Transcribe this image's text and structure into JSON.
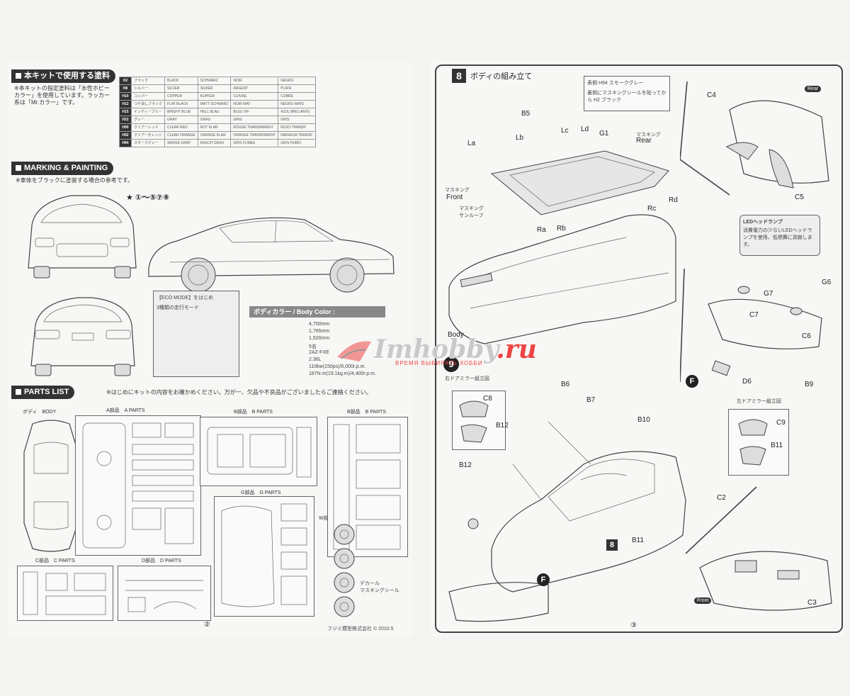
{
  "left": {
    "paints_heading": "本キットで使用する塗料",
    "paints_note": "※本キットの指定塗料は「水性ホビーカラー」を使用しています。ラッカー系は「Mr.カラー」です。",
    "paint_rows": [
      [
        "H2",
        "ブラック",
        "BLACK",
        "SCHWARZ",
        "NOIR",
        "NEGRO"
      ],
      [
        "H8",
        "シルバー",
        "SILVER",
        "SILBER",
        "ARGENT",
        "PLATA"
      ],
      [
        "H10",
        "コッパー",
        "COPPER",
        "KUPFER",
        "CUIVRE",
        "COBRE"
      ],
      [
        "H12",
        "つや消しブラック",
        "FLAT BLACK",
        "MATT SCHWARZ",
        "NOIR MAT",
        "NEGRO MATE"
      ],
      [
        "H15",
        "インディーブルー",
        "BRIGHT BLUE",
        "HELL BLAU",
        "BLEU VIF",
        "AZUL BRILLANTE"
      ],
      [
        "H22",
        "グレー",
        "GRAY",
        "GRAU",
        "GRIS",
        "GRIS"
      ],
      [
        "H90",
        "クリアーレッド",
        "CLEAR RED",
        "ROT KLAR",
        "ROUGE TRANSPARENT",
        "ROJO TRANSP."
      ],
      [
        "H92",
        "クリアーオレンジ",
        "CLEAR ORANGE",
        "ORANGE KLAR",
        "ORANGE TRANSPARENT",
        "NARANJA TRANSP."
      ],
      [
        "H94",
        "スモークグレー",
        "SMOKE GRAY",
        "RAUCH GRAU",
        "GRIS FUMEE",
        "GRIS HUMO"
      ]
    ],
    "marking_heading": "MARKING & PAINTING",
    "marking_note": "※車体をブラックに塗装する場合の参考です。",
    "marking_legend": "★ ①～⑤⑦⑧",
    "body_color_label": "ボディカラー / Body Color :",
    "eco_mode_title": "【ECO MODE】をはじめ",
    "eco_mode_sub": "3種類の走行モード",
    "spec_lines": [
      "4,700mm",
      "1,765mm",
      "1,520mm",
      "5名",
      "2AZ-FXE",
      "2.36L",
      "110kw(150ps)/6,000r.p.m.",
      "187N.m(19.1kg.m)/4,400r.p.m."
    ],
    "parts_heading": "PARTS LIST",
    "parts_note": "※はじめにキットの内容をお確かめください。万が一、欠品や不良品がございましたらご連絡ください。",
    "groups": {
      "body": "ボディ　BODY",
      "a": "A部品　A PARTS",
      "b": "B部品　B PARTS",
      "b2": "B部品　B PARTS",
      "c": "C部品　C PARTS",
      "d": "D部品　D PARTS",
      "g": "G部品　G PARTS",
      "w": "W部品　W PARTS"
    },
    "decal_label_1": "デカール",
    "decal_label_2": "マスキングシール",
    "page_no": "②",
    "copyright": "フジミ模型株式会社 © 2010.5"
  },
  "right": {
    "step8_no": "8",
    "step8_title": "ボディの組み立て",
    "step9_no": "9",
    "labels": {
      "la": "La",
      "lb": "Lb",
      "lc": "Lc",
      "ld": "Ld",
      "g1": "G1",
      "masking_rear": "マスキング",
      "rear": "Rear",
      "masking_front": "マスキング",
      "front": "Front",
      "masking_sunroof": "マスキング",
      "sunroof": "サンルーフ",
      "ra": "Ra",
      "rb": "Rb",
      "rc": "Rc",
      "rd": "Rd",
      "b5": "B5",
      "body": "Body",
      "c4": "C4",
      "c5": "C5",
      "rear_tag": "Rear",
      "led_title": "LEDヘッドランプ",
      "led_text": "消費電力の少ないLEDヘッドランプを使用、低燃費に貢献します。",
      "g6": "G6",
      "g7": "G7",
      "c6": "C6",
      "c7": "C7",
      "d6": "D6",
      "b9": "B9",
      "f_mark": "F",
      "right_mirror": "右ドアミラー組立図",
      "left_mirror": "左ドアミラー組立図",
      "c8": "C8",
      "b12": "B12",
      "b12b": "B12",
      "b6": "B6",
      "b7": "B7",
      "b10": "B10",
      "c9": "C9",
      "b11": "B11",
      "b11b": "B11",
      "c2": "C2",
      "c3": "C3",
      "front_tag": "Front",
      "mark8": "8",
      "f_mark2": "F",
      "smoke_note": "表側 H94 スモークグレー",
      "mask_note": "裏側にマスキングシールを貼ってから H2 ブラック"
    },
    "page_no": "③"
  },
  "watermark": {
    "brand": "Imhobby",
    "tld": ".ru",
    "tagline": "ВРЕМЯ ВЫБИРАТЬ ХОББИ"
  }
}
